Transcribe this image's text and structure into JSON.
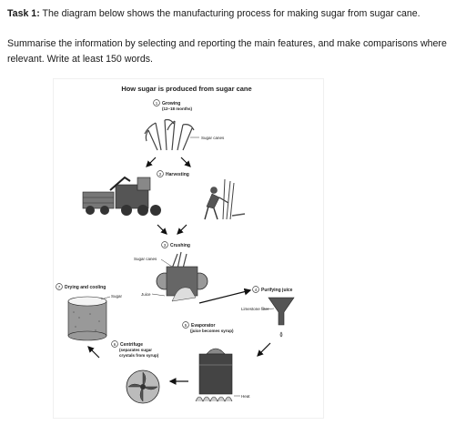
{
  "task": {
    "heading": "Task 1:",
    "text": " The diagram below shows the manufacturing process for making sugar from sugar cane.",
    "instructions": "Summarise the information by selecting and reporting the main features, and make comparisons where relevant. Write at least 150 words."
  },
  "diagram": {
    "title": "How sugar is produced from sugar cane",
    "steps": [
      {
        "num": "1",
        "label": "Growing",
        "sub": "(12–18 months)"
      },
      {
        "num": "2",
        "label": "Harvesting"
      },
      {
        "num": "3",
        "label": "Crushing"
      },
      {
        "num": "4",
        "label": "Purifying juice"
      },
      {
        "num": "5",
        "label": "Evaporator",
        "sub": "(juice becomes syrup)"
      },
      {
        "num": "6",
        "label": "Centrifuge",
        "sub": "(separates sugar",
        "sub2": "crystals from syrup)"
      },
      {
        "num": "7",
        "label": "Drying and cooling"
      }
    ],
    "labels": {
      "sugar_canes_top": "Sugar canes",
      "sugar_canes_crush": "Sugar canes",
      "juice": "Juice",
      "limestone": "Limestone filter",
      "sugar": "Sugar",
      "heat": "Heat"
    }
  }
}
